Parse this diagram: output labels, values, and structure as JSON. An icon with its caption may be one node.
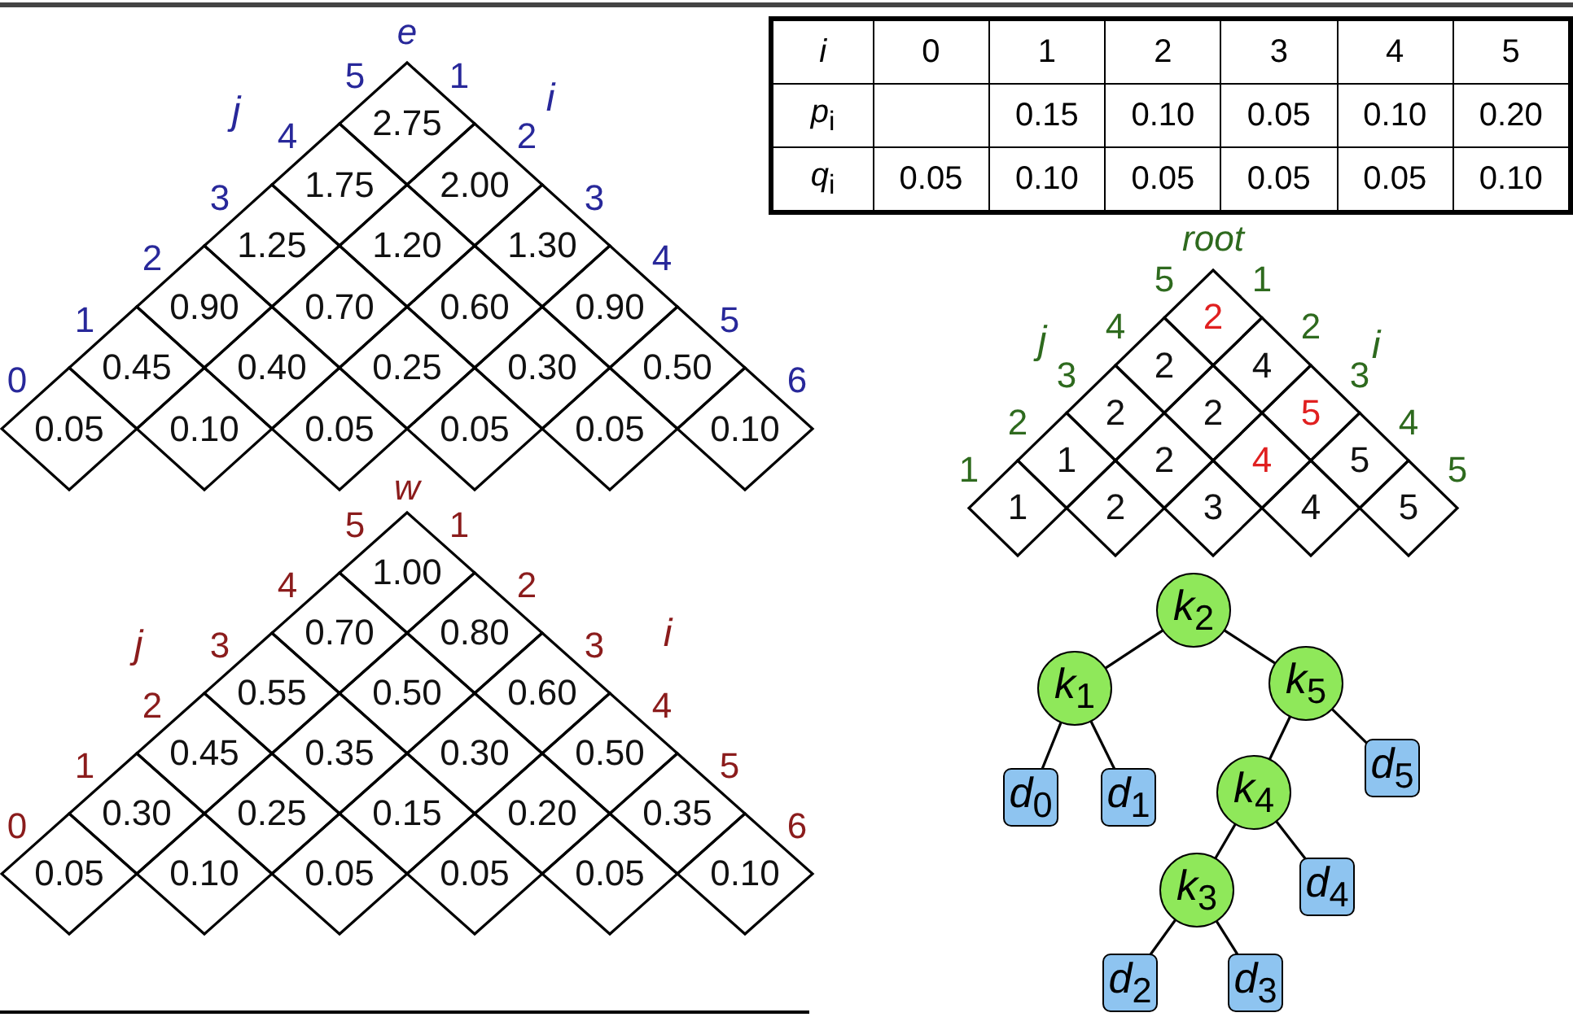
{
  "diagram": {
    "nodes": [
      {
        "text": [
          "*k*$_{2}$"
        ]
      },
      {
        "text": [
          "*k*$_{1}$"
        ]
      },
      {
        "text": [
          "*k*$_{5}$"
        ]
      },
      {
        "text": [
          "*d*$_{0}$"
        ]
      },
      {
        "text": [
          "*d*$_{1}$"
        ]
      },
      {
        "text": [
          "*k*$_{4}$"
        ]
      },
      {
        "text": [
          "*d*$_{5}$"
        ]
      },
      {
        "text": [
          "*k*$_{3}$"
        ]
      },
      {
        "text": [
          "*d*$_{4}$"
        ]
      },
      {
        "text": [
          "*d*$_{2}$"
        ]
      },
      {
        "text": [
          "*d*$_{3}$"
        ]
      }
    ],
    "edges": [
      {
        "from": 0,
        "to": 1,
        "arrow": "none"
      },
      {
        "from": 0,
        "to": 2,
        "arrow": "none"
      },
      {
        "from": 1,
        "to": 3,
        "arrow": "none"
      },
      {
        "from": 1,
        "to": 4,
        "arrow": "none"
      },
      {
        "from": 2,
        "to": 5,
        "arrow": "none"
      },
      {
        "from": 2,
        "to": 6,
        "arrow": "none"
      },
      {
        "from": 5,
        "to": 7,
        "arrow": "none"
      },
      {
        "from": 5,
        "to": 8,
        "arrow": "none"
      },
      {
        "from": 7,
        "to": 9,
        "arrow": "none"
      },
      {
        "from": 7,
        "to": 10,
        "arrow": "none"
      }
    ],
    "labels": [
      "e",
      "j",
      "i",
      "5",
      "4",
      "3",
      "2",
      "1",
      "0",
      "1",
      "2",
      "3",
      "4",
      "5",
      "6",
      "2.75",
      "1.75",
      "2.00",
      "1.25",
      "1.20",
      "1.30",
      "0.90",
      "0.70",
      "0.60",
      "0.90",
      "0.45",
      "0.40",
      "0.25",
      "0.30",
      "0.50",
      "0.05",
      "0.10",
      "0.05",
      "0.05",
      "0.05",
      "0.10",
      "i",
      "0",
      "1",
      "2",
      "3",
      "4",
      "5",
      "*p*$_{i}$",
      "0.15",
      "0.10",
      "0.05",
      "0.10",
      "0.20",
      "*q*$_{i}$",
      "0.05",
      "0.10",
      "0.05",
      "0.05",
      "0.05",
      "0.10",
      "root",
      "j",
      "i",
      "5",
      "4",
      "3",
      "2",
      "1",
      "1",
      "2",
      "3",
      "4",
      "5",
      "2",
      "2",
      "4",
      "2",
      "2",
      "5",
      "1",
      "2",
      "4",
      "5",
      "1",
      "2",
      "3",
      "4",
      "5",
      "w",
      "j",
      "i",
      "5",
      "4",
      "3",
      "2",
      "1",
      "0",
      "1",
      "2",
      "3",
      "4",
      "5",
      "6",
      "1.00",
      "0.70",
      "0.80",
      "0.55",
      "0.50",
      "0.60",
      "0.45",
      "0.35",
      "0.30",
      "0.50",
      "0.30",
      "0.25",
      "0.15",
      "0.20",
      "0.35",
      "0.05",
      "0.10",
      "0.05",
      "0.05",
      "0.05",
      "0.10"
    ]
  }
}
